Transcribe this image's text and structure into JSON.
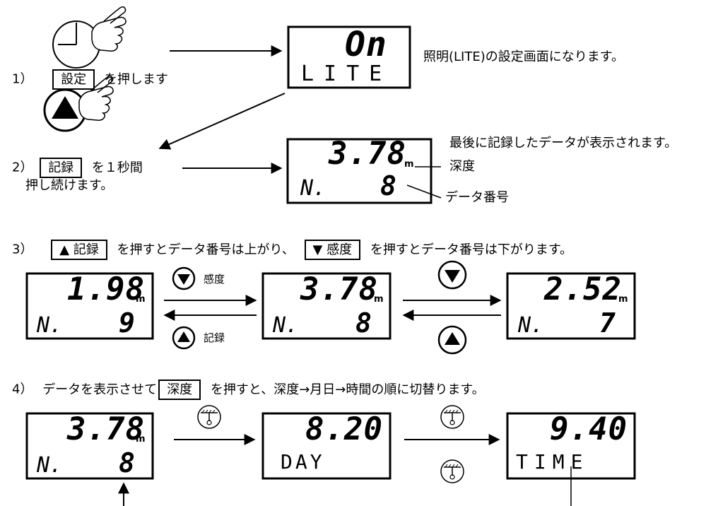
{
  "step1": {
    "number": "1）",
    "key": "設定",
    "action": "を押します",
    "note": "照明(LITE)の設定画面になります。",
    "lcd": {
      "top": "On",
      "bottom": "LITE"
    }
  },
  "step2": {
    "number": "2）",
    "key": "記録",
    "action_line1": "を１秒間",
    "action_line2": "押し続けます。",
    "note": "最後に記録したデータが表示されます。",
    "lcd": {
      "top": "3.78",
      "unit": "m",
      "bottom_left": "N.",
      "bottom_right": "8"
    },
    "callout_depth": "深度",
    "callout_number": "データ番号"
  },
  "step3": {
    "number": "3）",
    "key_up": "▲ 記録",
    "text_mid": "を押すとデータ番号は上がり、",
    "key_down": "▼ 感度",
    "text_end": "を押すとデータ番号は下がります。",
    "label_down": "感度",
    "label_up": "記録",
    "lcds": [
      {
        "top": "1.98",
        "unit": "m",
        "bottom_left": "N.",
        "bottom_right": "9"
      },
      {
        "top": "3.78",
        "unit": "m",
        "bottom_left": "N.",
        "bottom_right": "8"
      },
      {
        "top": "2.52",
        "unit": "m",
        "bottom_left": "N.",
        "bottom_right": "7"
      }
    ]
  },
  "step4": {
    "number": "4）",
    "text_pre": "データを表示させて",
    "key": "深度",
    "text_post": "を押すと、深度→月日→時間の順に切替ります。",
    "lcds": [
      {
        "top": "3.78",
        "unit": "m",
        "bottom_left": "N.",
        "bottom_right": "8"
      },
      {
        "top": "8.20",
        "bottom": "DAY"
      },
      {
        "top": "9.40",
        "bottom": "TIME"
      }
    ]
  }
}
